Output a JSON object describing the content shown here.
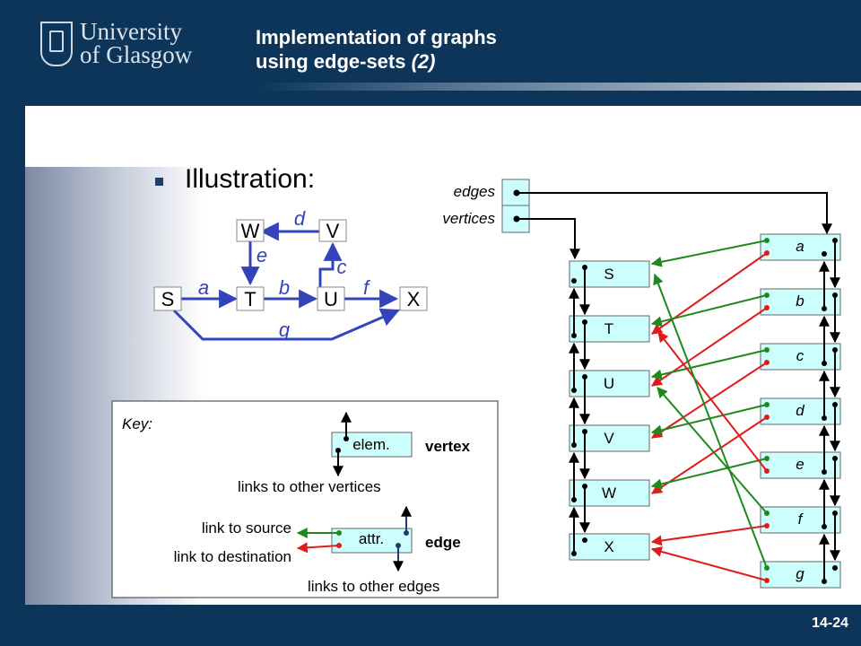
{
  "header": {
    "logo_line1": "University",
    "logo_line2": "of Glasgow",
    "title_line1": "Implementation of graphs",
    "title_line2_prefix": "using edge-sets ",
    "title_line2_suffix": "(2)"
  },
  "bullet": "Illustration:",
  "graph": {
    "vertices": [
      "W",
      "V",
      "S",
      "T",
      "U",
      "X"
    ],
    "edges": [
      "d",
      "e",
      "c",
      "a",
      "b",
      "f",
      "g"
    ]
  },
  "structure": {
    "header_labels": [
      "edges",
      "vertices"
    ],
    "vertex_list": [
      "S",
      "T",
      "U",
      "V",
      "W",
      "X"
    ],
    "edge_list": [
      "a",
      "b",
      "c",
      "d",
      "e",
      "f",
      "g"
    ]
  },
  "key": {
    "title": "Key:",
    "elem_label": "elem.",
    "vertex_label": "vertex",
    "vertex_links": "links to other vertices",
    "attr_label": "attr.",
    "edge_label": "edge",
    "link_source": "link to source",
    "link_dest": "link to destination",
    "edge_links": "links to other edges"
  },
  "colors": {
    "navy": "#0d3559",
    "graph_blue": "#3344bb",
    "source_green": "#1e8a1e",
    "dest_red": "#e01b1b"
  },
  "page_number": "14-24"
}
